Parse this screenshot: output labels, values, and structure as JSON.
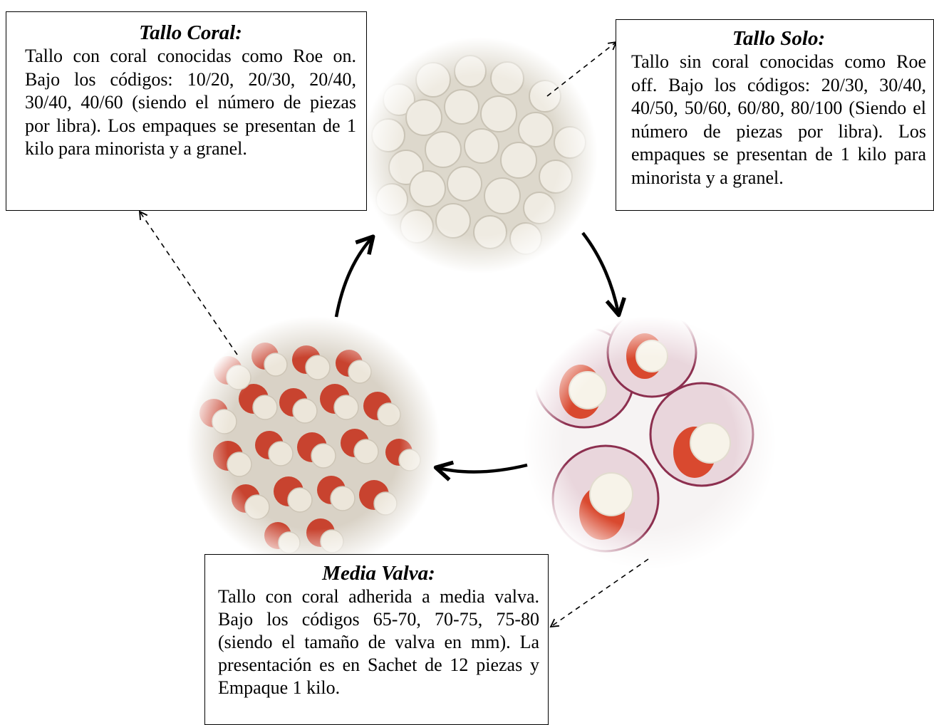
{
  "boxes": {
    "tallo_coral": {
      "title": "Tallo Coral:",
      "text": "Tallo con coral conocidas como Roe on. Bajo los códigos: 10/20, 20/30, 20/40, 30/40, 40/60 (siendo el número de piezas por libra). Los empaques se presentan de 1 kilo para minorista y a granel."
    },
    "tallo_solo": {
      "title": "Tallo Solo:",
      "text": "Tallo sin coral conocidas como Roe off. Bajo los códigos: 20/30, 30/40, 40/50, 50/60, 60/80, 80/100 (Siendo el número de piezas por libra). Los empaques se presentan de 1 kilo para minorista y a granel."
    },
    "media_valva": {
      "title": "Media Valva:",
      "text": "Tallo con coral adherida a media valva. Bajo los códigos 65-70, 70-75, 75-80 (siendo el tamaño de valva en mm). La presentación es en Sachet de 12 piezas y Empaque 1 kilo."
    }
  },
  "colors": {
    "border": "#000000",
    "scallop_meat": "#ece7dc",
    "coral_roe": "#c8432f",
    "shell_purple": "#8c2f4f",
    "background": "#ffffff"
  },
  "icons": {
    "top": "scallops-roe-off-photo",
    "right": "scallops-half-shell-photo",
    "left": "scallops-roe-on-photo"
  }
}
